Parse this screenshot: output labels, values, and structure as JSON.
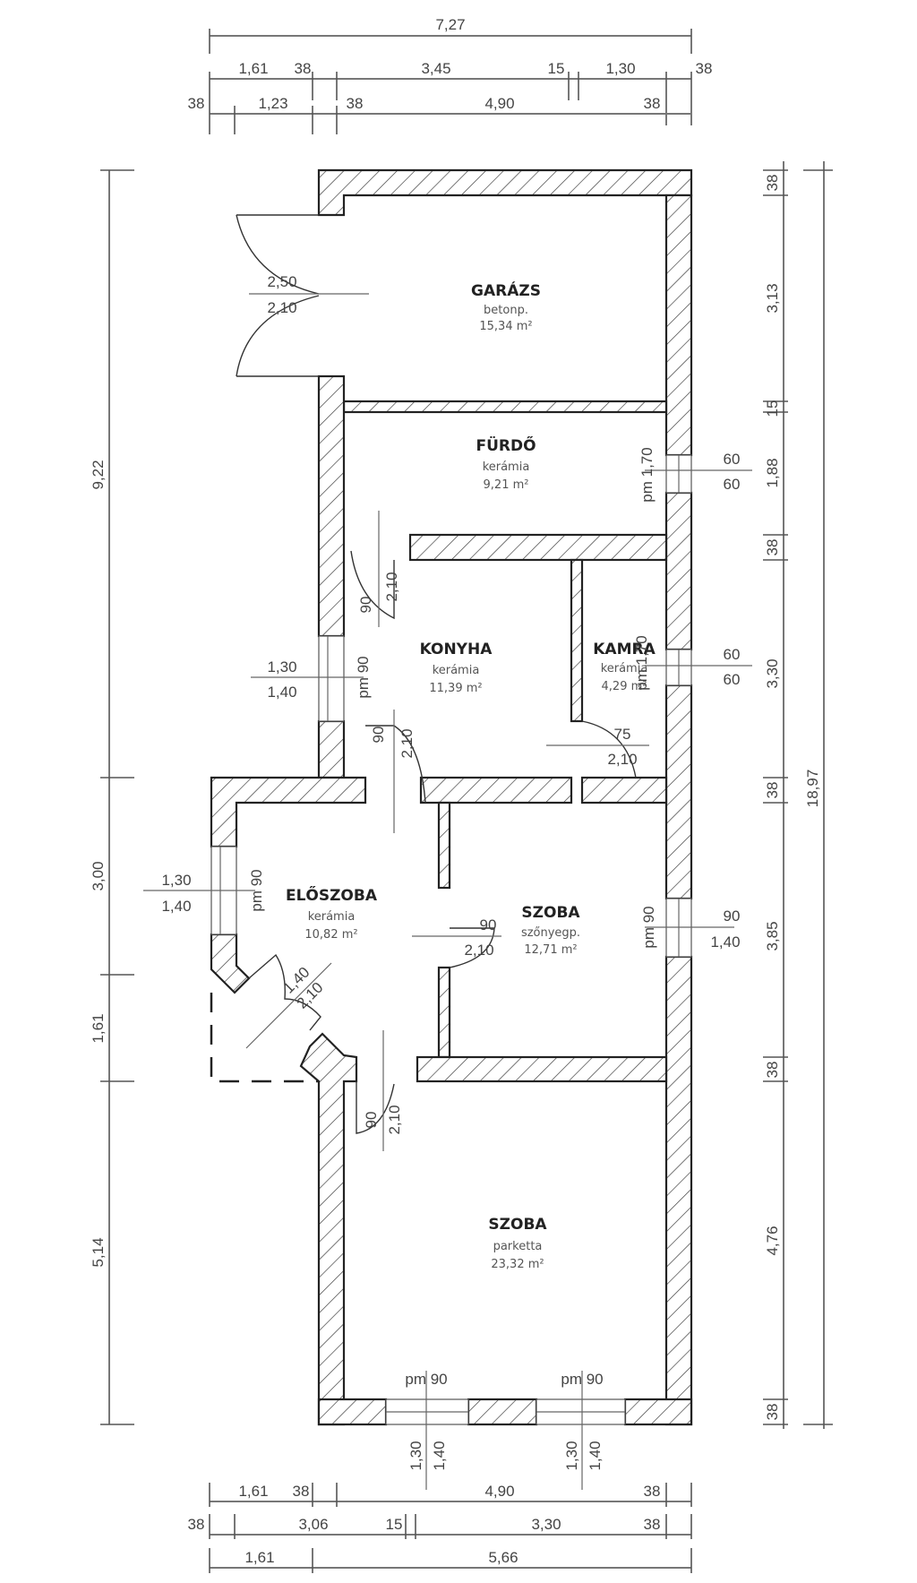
{
  "plan": {
    "type": "floor plan",
    "units": "m (wall thickness in cm)"
  },
  "dimensions": {
    "top": {
      "overall": "7,27",
      "row2": [
        "1,61",
        "38",
        "3,45",
        "15",
        "1,30",
        "38"
      ],
      "row3": [
        "38",
        "1,23",
        "38",
        "4,90",
        "38"
      ]
    },
    "bottom": {
      "row1": [
        "1,61",
        "38",
        "4,90",
        "38"
      ],
      "row2": [
        "38",
        "3,06",
        "15",
        "3,30",
        "38"
      ],
      "row3": [
        "1,61",
        "5,66"
      ]
    },
    "left": [
      "9,22",
      "3,00",
      "1,61",
      "5,14"
    ],
    "right_inner": [
      "38",
      "3,13",
      "15",
      "1,88",
      "38",
      "3,30",
      "38",
      "3,85",
      "38",
      "4,76",
      "38"
    ],
    "right_overall": "18,97"
  },
  "rooms": [
    {
      "name": "GARÁZS",
      "floor": "betonp.",
      "area": "15,34 m²"
    },
    {
      "name": "FÜRDŐ",
      "floor": "kerámia",
      "area": "9,21 m²"
    },
    {
      "name": "KONYHA",
      "floor": "kerámia",
      "area": "11,39 m²"
    },
    {
      "name": "KAMRA",
      "floor": "kerámia",
      "area": "4,29 m²"
    },
    {
      "name": "ELŐSZOBA",
      "floor": "kerámia",
      "area": "10,82 m²"
    },
    {
      "name": "SZOBA",
      "floor": "szőnyegp.",
      "area": "12,71 m²"
    },
    {
      "name": "SZOBA",
      "floor": "parketta",
      "area": "23,32 m²"
    }
  ],
  "openings": {
    "garage_door": {
      "width": "2,50",
      "height": "2,10"
    },
    "bath_window": {
      "sill": "pm 1,70",
      "width": "60",
      "height": "60"
    },
    "kamra_window": {
      "sill": "pm 1,70",
      "width": "60",
      "height": "60"
    },
    "kitchen_window": {
      "sill": "pm 90",
      "width": "1,30",
      "height": "1,40"
    },
    "hall_window": {
      "sill": "pm 90",
      "width": "1,30",
      "height": "1,40"
    },
    "room_window": {
      "sill": "pm 90",
      "width": "90",
      "height": "1,40"
    },
    "bath_door": {
      "width": "90",
      "height": "2,10"
    },
    "kitchen_door": {
      "width": "90",
      "height": "2,10"
    },
    "kamra_door": {
      "width": "75",
      "height": "2,10"
    },
    "room_door": {
      "width": "90",
      "height": "2,10"
    },
    "entrance_door": {
      "width": "1,40",
      "height": "2,10"
    },
    "living_door": {
      "width": "90",
      "height": "2,10"
    },
    "living_window_1": {
      "sill": "pm 90",
      "width": "1,30",
      "height": "1,40"
    },
    "living_window_2": {
      "sill": "pm 90",
      "width": "1,30",
      "height": "1,40"
    }
  }
}
